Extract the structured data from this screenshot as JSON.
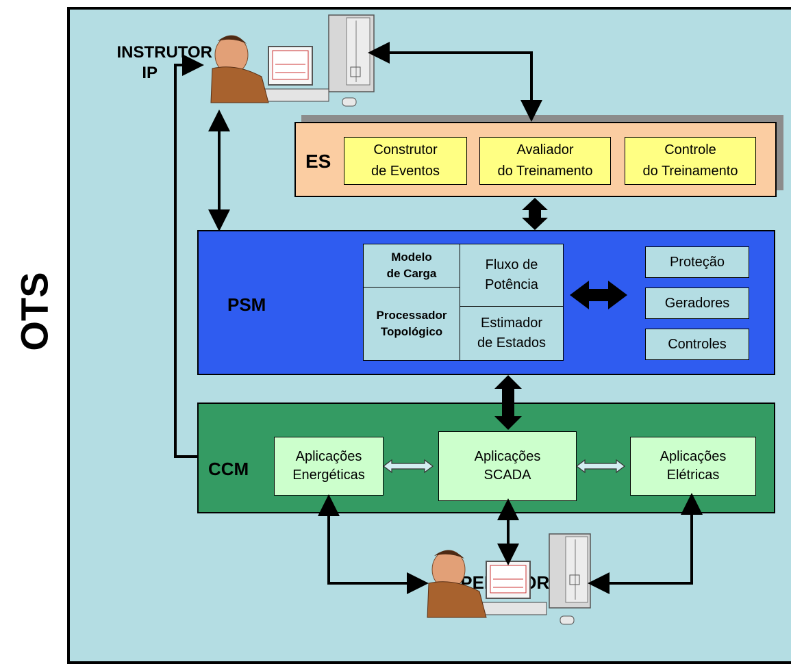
{
  "ots_label": "OTS",
  "instructor": {
    "line1": "INSTRUTOR",
    "line2": "IP"
  },
  "operator": {
    "label": "OPERADOR"
  },
  "es": {
    "label": "ES",
    "boxes": [
      {
        "line1": "Construtor",
        "line2": "de Eventos"
      },
      {
        "line1": "Avaliador",
        "line2": "do Treinamento"
      },
      {
        "line1": "Controle",
        "line2": "do Treinamento"
      }
    ]
  },
  "psm": {
    "label": "PSM",
    "modelo": {
      "line1": "Modelo",
      "line2": "de Carga"
    },
    "processador": {
      "line1": "Processador",
      "line2": "Topológico"
    },
    "fluxo": {
      "line1": "Fluxo de",
      "line2": "Potência"
    },
    "estimador": {
      "line1": "Estimador",
      "line2": "de Estados"
    },
    "right_boxes": [
      "Proteção",
      "Geradores",
      "Controles"
    ]
  },
  "ccm": {
    "label": "CCM",
    "boxes": [
      {
        "line1": "Aplicações",
        "line2": "Energéticas"
      },
      {
        "line1": "Aplicações",
        "line2": "SCADA"
      },
      {
        "line1": "Aplicações",
        "line2": "Elétricas"
      }
    ]
  },
  "colors": {
    "background": "#b4dde3",
    "es": "#fbcda2",
    "es_boxes": "#ffff83",
    "psm": "#2f5cf0",
    "psm_boxes": "#b4dde3",
    "ccm": "#349b63",
    "ccm_boxes": "#ccffcc"
  }
}
